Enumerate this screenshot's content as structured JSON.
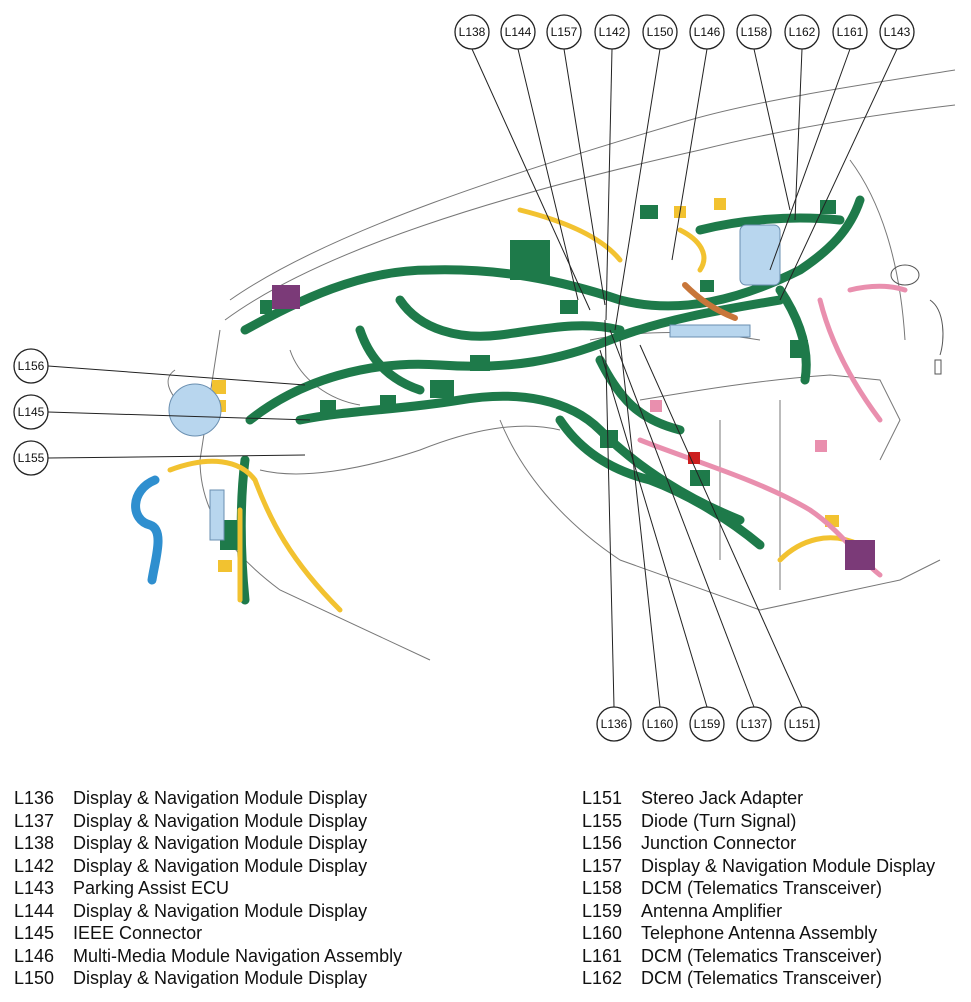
{
  "callouts_top": [
    "L138",
    "L144",
    "L157",
    "L142",
    "L150",
    "L146",
    "L158",
    "L162",
    "L161",
    "L143"
  ],
  "callouts_left": [
    "L156",
    "L145",
    "L155"
  ],
  "callouts_bottom": [
    "L136",
    "L160",
    "L159",
    "L137",
    "L151"
  ],
  "legend_left": [
    {
      "code": "L136",
      "desc": "Display & Navigation Module Display"
    },
    {
      "code": "L137",
      "desc": "Display & Navigation Module Display"
    },
    {
      "code": "L138",
      "desc": "Display & Navigation Module Display"
    },
    {
      "code": "L142",
      "desc": "Display & Navigation Module Display"
    },
    {
      "code": "L143",
      "desc": "Parking Assist ECU"
    },
    {
      "code": "L144",
      "desc": "Display & Navigation Module Display"
    },
    {
      "code": "L145",
      "desc": "IEEE Connector"
    },
    {
      "code": "L146",
      "desc": "Multi-Media Module Navigation Assembly"
    },
    {
      "code": "L150",
      "desc": "Display & Navigation Module Display"
    }
  ],
  "legend_right": [
    {
      "code": "L151",
      "desc": "Stereo Jack Adapter"
    },
    {
      "code": "L155",
      "desc": "Diode (Turn Signal)"
    },
    {
      "code": "L156",
      "desc": "Junction Connector"
    },
    {
      "code": "L157",
      "desc": "Display & Navigation Module Display"
    },
    {
      "code": "L158",
      "desc": "DCM (Telematics Transceiver)"
    },
    {
      "code": "L159",
      "desc": "Antenna Amplifier"
    },
    {
      "code": "L160",
      "desc": "Telephone Antenna Assembly"
    },
    {
      "code": "L161",
      "desc": "DCM (Telematics Transceiver)"
    },
    {
      "code": "L162",
      "desc": "DCM (Telematics Transceiver)"
    }
  ],
  "colors": {
    "harness_main": "#1e7a4a",
    "harness_yellow": "#f2c230",
    "harness_pink": "#e98fae",
    "harness_blue": "#2f8fcf",
    "harness_lightblue": "#b8d6ee",
    "harness_purple": "#7b3a78",
    "harness_orange": "#c8763a",
    "outline": "#6a6a6a"
  }
}
